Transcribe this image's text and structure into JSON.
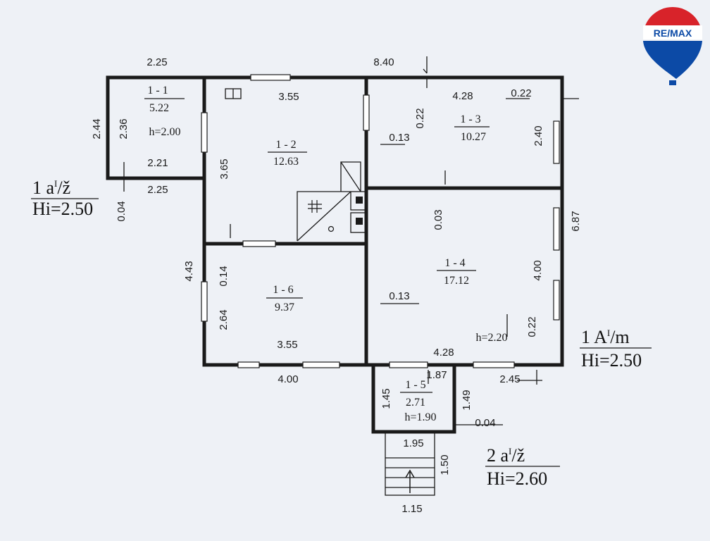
{
  "brand": {
    "logo_text": "RE/MAX",
    "colors": {
      "red": "#d8232a",
      "blue": "#0c4aa6",
      "white": "#ffffff"
    }
  },
  "rooms": [
    {
      "id": "1 - 1",
      "area": "5.22",
      "height": "h=2.00"
    },
    {
      "id": "1 - 2",
      "area": "12.63"
    },
    {
      "id": "1 - 3",
      "area": "10.27"
    },
    {
      "id": "1 - 4",
      "area": "17.12",
      "height": "h=2.20"
    },
    {
      "id": "1 - 5",
      "area": "2.71",
      "height": "h=1.90"
    },
    {
      "id": "1 - 6",
      "area": "9.37"
    }
  ],
  "dimensions": [
    "2.25",
    "8.40",
    "3.55",
    "4.28",
    "0.22",
    "2.44",
    "2.36",
    "2.21",
    "2.25",
    "0.04",
    "3.65",
    "0.22",
    "0.13",
    "2.40",
    "0.03",
    "6.87",
    "4.43",
    "0.14",
    "2.64",
    "3.55",
    "4.00",
    "0.13",
    "4.00",
    "0.22",
    "4.28",
    "1.87",
    "2.45",
    "1.45",
    "1.49",
    "0.04",
    "1.95",
    "1.50",
    "1.15"
  ],
  "floor_labels": [
    {
      "line1": "1 a",
      "sup": "I",
      "suffix": "/ž",
      "line2": "Hi=2.50"
    },
    {
      "line1": "1 A",
      "sup": "I",
      "suffix": "/m",
      "line2": "Hi=2.50"
    },
    {
      "line1": "2 a",
      "sup": "I",
      "suffix": "/ž",
      "line2": "Hi=2.60"
    }
  ]
}
